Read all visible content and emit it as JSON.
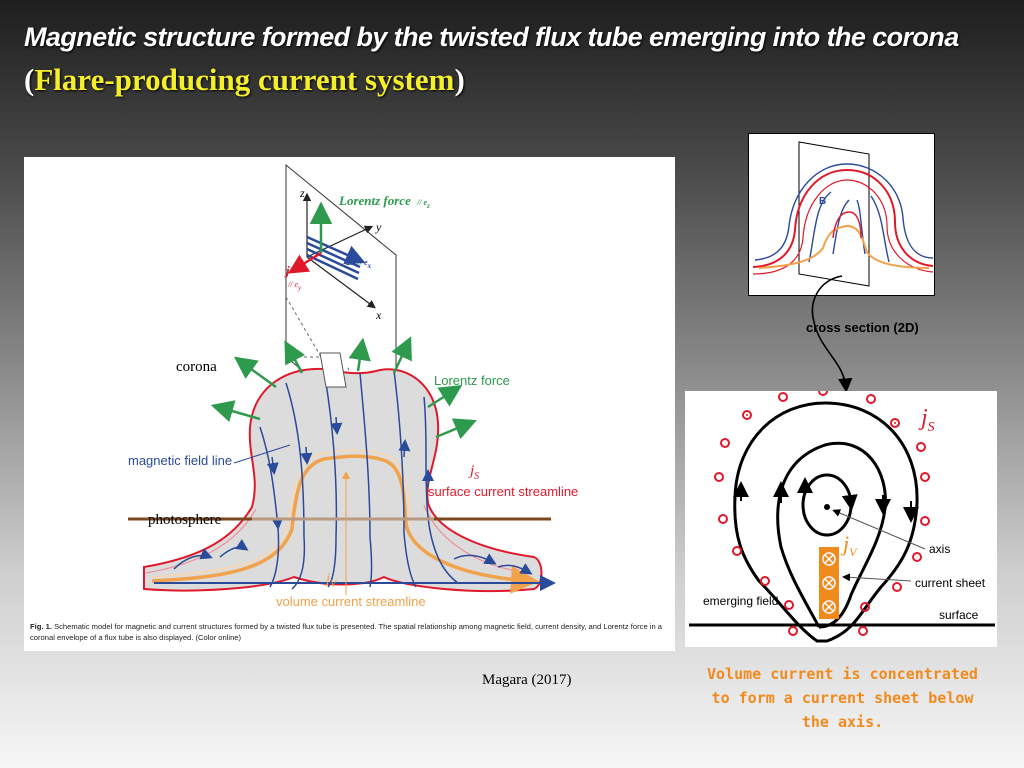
{
  "slide": {
    "title": "Magnetic structure formed by the twisted flux tube emerging into the corona",
    "subtitle_open": "(",
    "subtitle_highlight": "Flare-producing current system",
    "subtitle_close": ")"
  },
  "main_figure": {
    "lorentz_force_top": "Lorentz force",
    "lorentz_sub": "// e",
    "lorentz_sub_index": "z",
    "axis_z": "z",
    "axis_y": "y",
    "axis_x": "x",
    "B_label": "B",
    "B_sub": "// e",
    "B_sub_index": "x",
    "j_label": "j",
    "j_sub": "// e",
    "j_sub_index": "y",
    "corona": "corona",
    "lorentz_force": "Lorentz force",
    "magnetic_field_line": "magnetic field line",
    "js_label": "j",
    "js_index": "S",
    "surface_current_streamline": "surface current streamline",
    "photosphere": "photosphere",
    "jv_label": "j",
    "jv_index": "V",
    "volume_current_streamline": "volume current streamline",
    "caption_bold": "Fig. 1.",
    "caption_text": " Schematic model for magnetic and current structures formed by a twisted flux tube is presented. The spatial relationship among magnetic field, current density, and Lorentz force in a coronal envelope of a flux tube is also displayed. (Color online)"
  },
  "small_figure": {
    "B_label": "B"
  },
  "cross_section_label": "cross section (2D)",
  "section_figure": {
    "js_label": "j",
    "js_index": "S",
    "jv_label": "j",
    "jv_index": "V",
    "axis": "axis",
    "current_sheet": "current sheet",
    "emerging_field": "emerging field",
    "surface": "surface"
  },
  "citation": "Magara (2017)",
  "note_lines": [
    "Volume current is concentrated",
    "to form a current sheet below",
    "the axis."
  ],
  "colors": {
    "title_text": "#ffffff",
    "highlight": "#f5ee2b",
    "note": "#f08a1c",
    "field_line": "#2a4a9a",
    "surface_current": "#e0192a",
    "lorentz": "#2e9a4e",
    "volume_current": "#f2a24a",
    "photosphere": "#7a4a1e"
  }
}
